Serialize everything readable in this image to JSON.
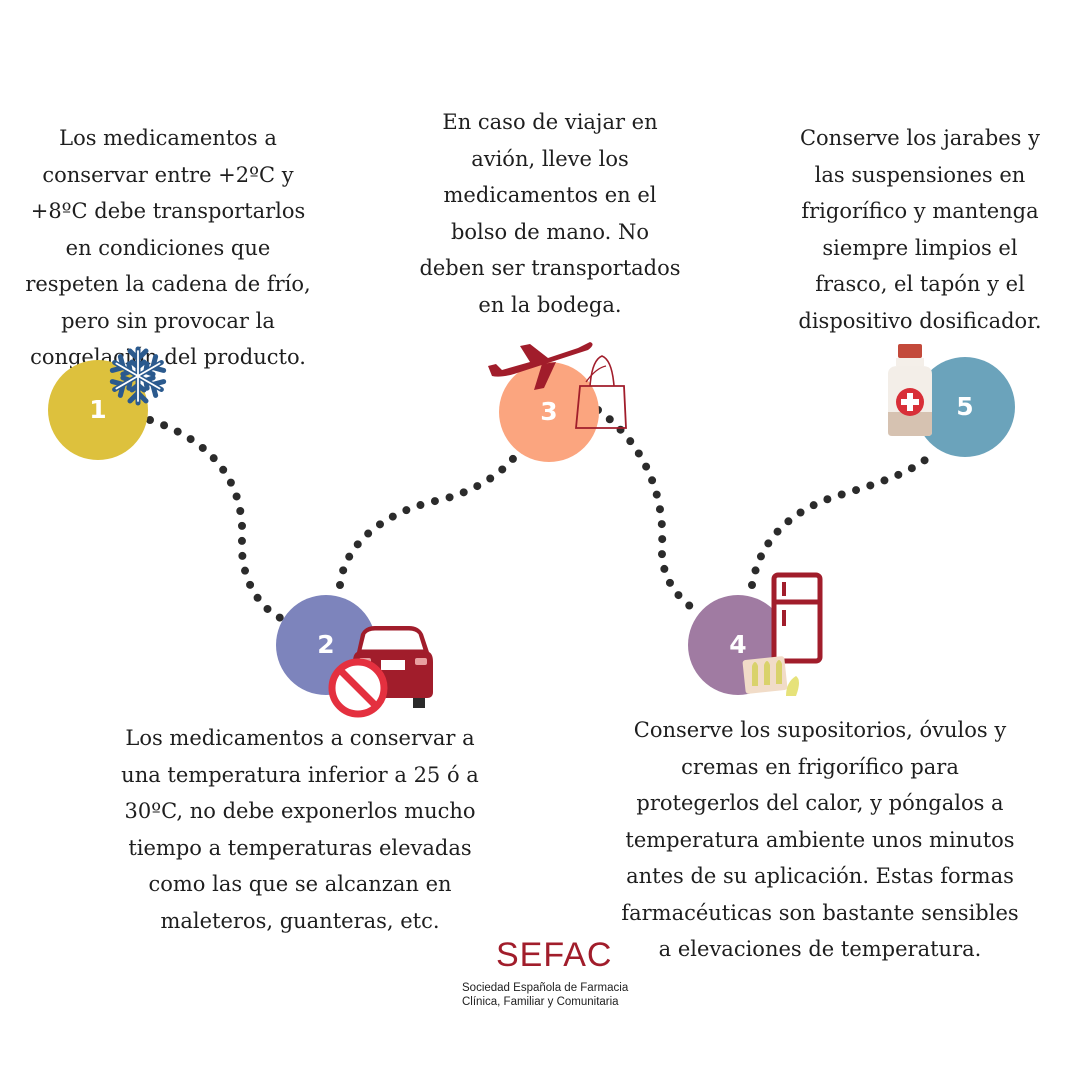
{
  "steps": [
    {
      "number": "1",
      "text": "Los medicamentos a\nconservar entre +2ºC y\n+8ºC debe transportarlos\nen condiciones que\nrespeten la cadena de frío,\npero sin provocar la\ncongelación del producto.",
      "color": "#ddc13d",
      "icon": "snowflake-icon"
    },
    {
      "number": "2",
      "text": "Los medicamentos a conservar a\nuna temperatura inferior a 25 ó a\n30ºC, no debe exponerlos mucho\ntiempo a temperaturas elevadas\ncomo las que se alcanzan en\nmaleteros, guanteras, etc.",
      "color": "#7d84bc",
      "icon": "car-prohibited-icon"
    },
    {
      "number": "3",
      "text": "En caso de viajar en\navión, lleve los\nmedicamentos en el\nbolso de mano. No\ndeben ser transportados\nen la bodega.",
      "color": "#fba57f",
      "icon": "airplane-bag-icon"
    },
    {
      "number": "4",
      "text": "Conserve los supositorios, óvulos y\ncremas en frigorífico para\nprotegerlos del calor, y póngalos a\ntemperatura ambiente unos minutos\nantes de su aplicación. Estas formas\nfarmacéuticas son bastante sensibles\na elevaciones de temperatura.",
      "color": "#a07ba2",
      "icon": "fridge-suppository-icon"
    },
    {
      "number": "5",
      "text": "Conserve los jarabes y\nlas suspensiones en\nfrigorífico y mantenga\nsiempre limpios el\nfrasco, el tapón y el\ndispositivo dosificador.",
      "color": "#6ba3bb",
      "icon": "medicine-bottle-icon"
    }
  ],
  "logo": {
    "name": "SEFAC",
    "subtitle": "Sociedad Española de Farmacia\nClínica, Familiar y Comunitaria",
    "color": "#a11d2b"
  },
  "colors": {
    "accent_red": "#a11d2b",
    "dots": "#2b2b2b"
  }
}
